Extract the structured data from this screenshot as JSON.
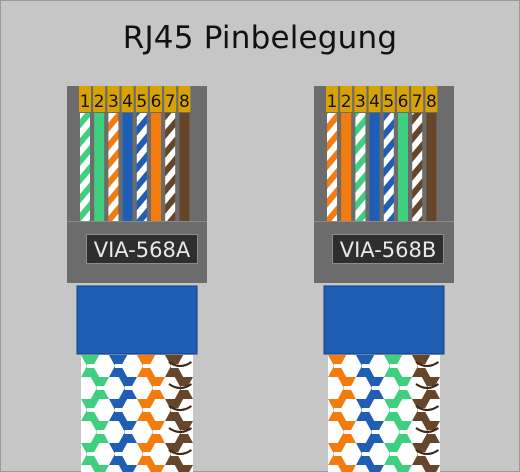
{
  "title": "RJ45 Pinbelegung",
  "pin_numbers": [
    "1",
    "2",
    "3",
    "4",
    "5",
    "6",
    "7",
    "8"
  ],
  "colors": {
    "background": "#c6c6c6",
    "plug_body": "#6c6c6c",
    "contact_gold": "#d8a300",
    "label_box": "#2e2e2e",
    "jacket_blue": "#1f5eb5",
    "wire_green": "#3fcf7f",
    "wire_orange": "#f47c0e",
    "wire_blue": "#1f5eb5",
    "wire_brown": "#66462a",
    "white": "#ffffff"
  },
  "plugs": [
    {
      "label": "VIA-568A",
      "wires": [
        {
          "color": "green",
          "striped": true
        },
        {
          "color": "green",
          "striped": false
        },
        {
          "color": "orange",
          "striped": true
        },
        {
          "color": "blue",
          "striped": false
        },
        {
          "color": "blue",
          "striped": true
        },
        {
          "color": "orange",
          "striped": false
        },
        {
          "color": "brown",
          "striped": true
        },
        {
          "color": "brown",
          "striped": false
        }
      ]
    },
    {
      "label": "VIA-568B",
      "wires": [
        {
          "color": "orange",
          "striped": true
        },
        {
          "color": "orange",
          "striped": false
        },
        {
          "color": "green",
          "striped": true
        },
        {
          "color": "blue",
          "striped": false
        },
        {
          "color": "blue",
          "striped": true
        },
        {
          "color": "green",
          "striped": false
        },
        {
          "color": "brown",
          "striped": true
        },
        {
          "color": "brown",
          "striped": false
        }
      ]
    }
  ]
}
